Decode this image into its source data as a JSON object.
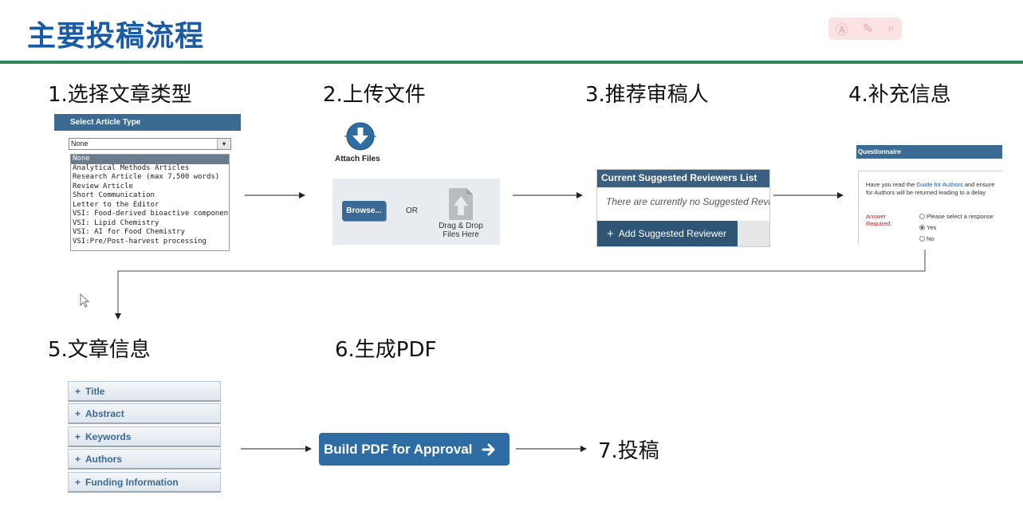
{
  "header": {
    "title": "主要投稿流程",
    "tool_icons": [
      "ai-icon",
      "wand-icon",
      "search-icon"
    ]
  },
  "steps": {
    "s1": "1.选择文章类型",
    "s2": "2.上传文件",
    "s3": "3.推荐审稿人",
    "s4": "4.补充信息",
    "s5": "5.文章信息",
    "s6": "6.生成PDF",
    "s7": "7.投稿"
  },
  "article_type": {
    "header": "Select Article Type",
    "selected": "None",
    "options": [
      "None",
      "Analytical Methods Articles",
      "Research Article (max 7,500 words)",
      "Review Article",
      "Short Communication",
      "Letter to the Editor",
      "VSI: Food-derived bioactive components",
      "VSI: Lipid Chemistry",
      "VSI: AI for Food Chemistry",
      "VSI:Pre/Post-harvest processing"
    ]
  },
  "upload": {
    "attach_label": "Attach Files",
    "browse_label": "Browse...",
    "or_label": "OR",
    "drag_line1": "Drag & Drop",
    "drag_line2": "Files Here"
  },
  "reviewers": {
    "header": "Current Suggested Reviewers List",
    "empty_message": "There are currently no Suggested Reviewers",
    "add_label": "Add Suggested Reviewer"
  },
  "questionnaire": {
    "header": "Questionnaire",
    "q_part1": "Have you read the ",
    "q_link": "Guide for Authors",
    "q_part2": " and ensure",
    "q_line2": "for Authors will be returned leading to a delay",
    "answer_label_1": "Answer",
    "answer_label_2": "Required:",
    "options": [
      "Please select a response",
      "Yes",
      "No"
    ],
    "selected": "Yes"
  },
  "article_info": {
    "sections": [
      "Title",
      "Abstract",
      "Keywords",
      "Authors",
      "Funding Information"
    ]
  },
  "build_pdf": {
    "label": "Build PDF for Approval"
  }
}
